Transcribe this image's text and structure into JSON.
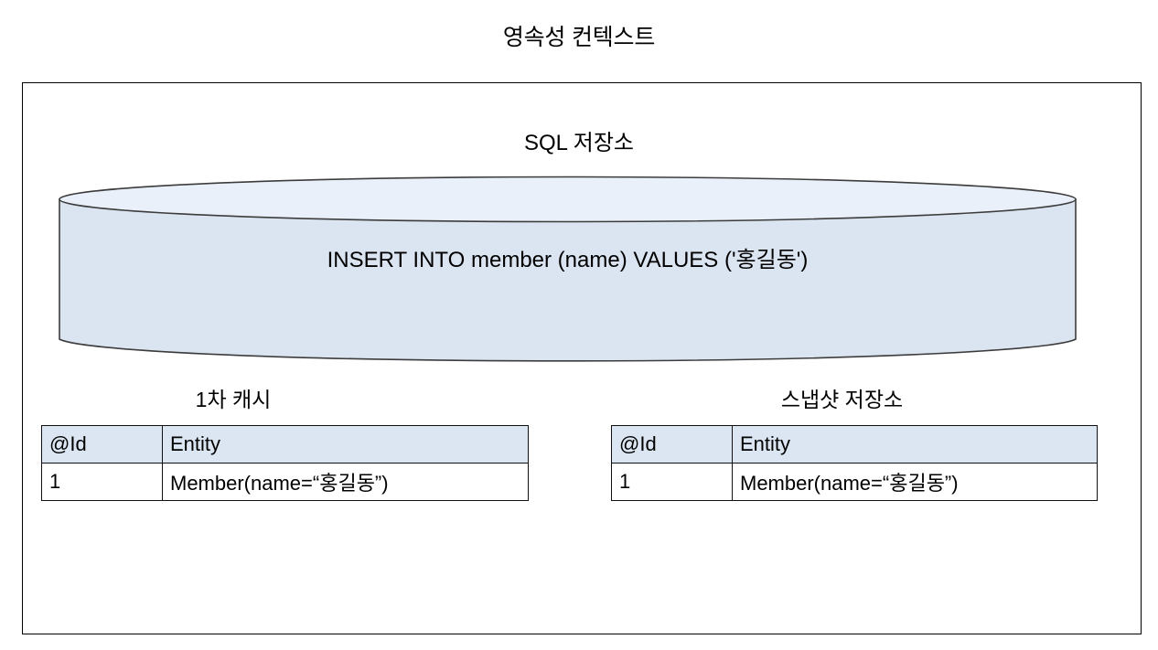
{
  "diagram": {
    "type": "persistence-context-diagram",
    "title": "영속성 컨텍스트",
    "colors": {
      "cylinder_body": "#dbe5f1",
      "cylinder_top": "#e9f0f9",
      "cylinder_stroke": "#3c3c3c",
      "table_header_bg": "#dce6f2",
      "table_border": "#111111",
      "frame_border": "#000000",
      "text": "#000000"
    }
  },
  "sql_store": {
    "label": "SQL 저장소",
    "statement": "INSERT INTO member (name) VALUES ('홍길동')"
  },
  "first_cache": {
    "label": "1차 캐시",
    "columns": [
      "@Id",
      "Entity"
    ],
    "rows": [
      {
        "id": "1",
        "entity": "Member(name=“홍길동”)"
      }
    ]
  },
  "snapshot_store": {
    "label": "스냅샷 저장소",
    "columns": [
      "@Id",
      "Entity"
    ],
    "rows": [
      {
        "id": "1",
        "entity": "Member(name=“홍길동”)"
      }
    ]
  }
}
